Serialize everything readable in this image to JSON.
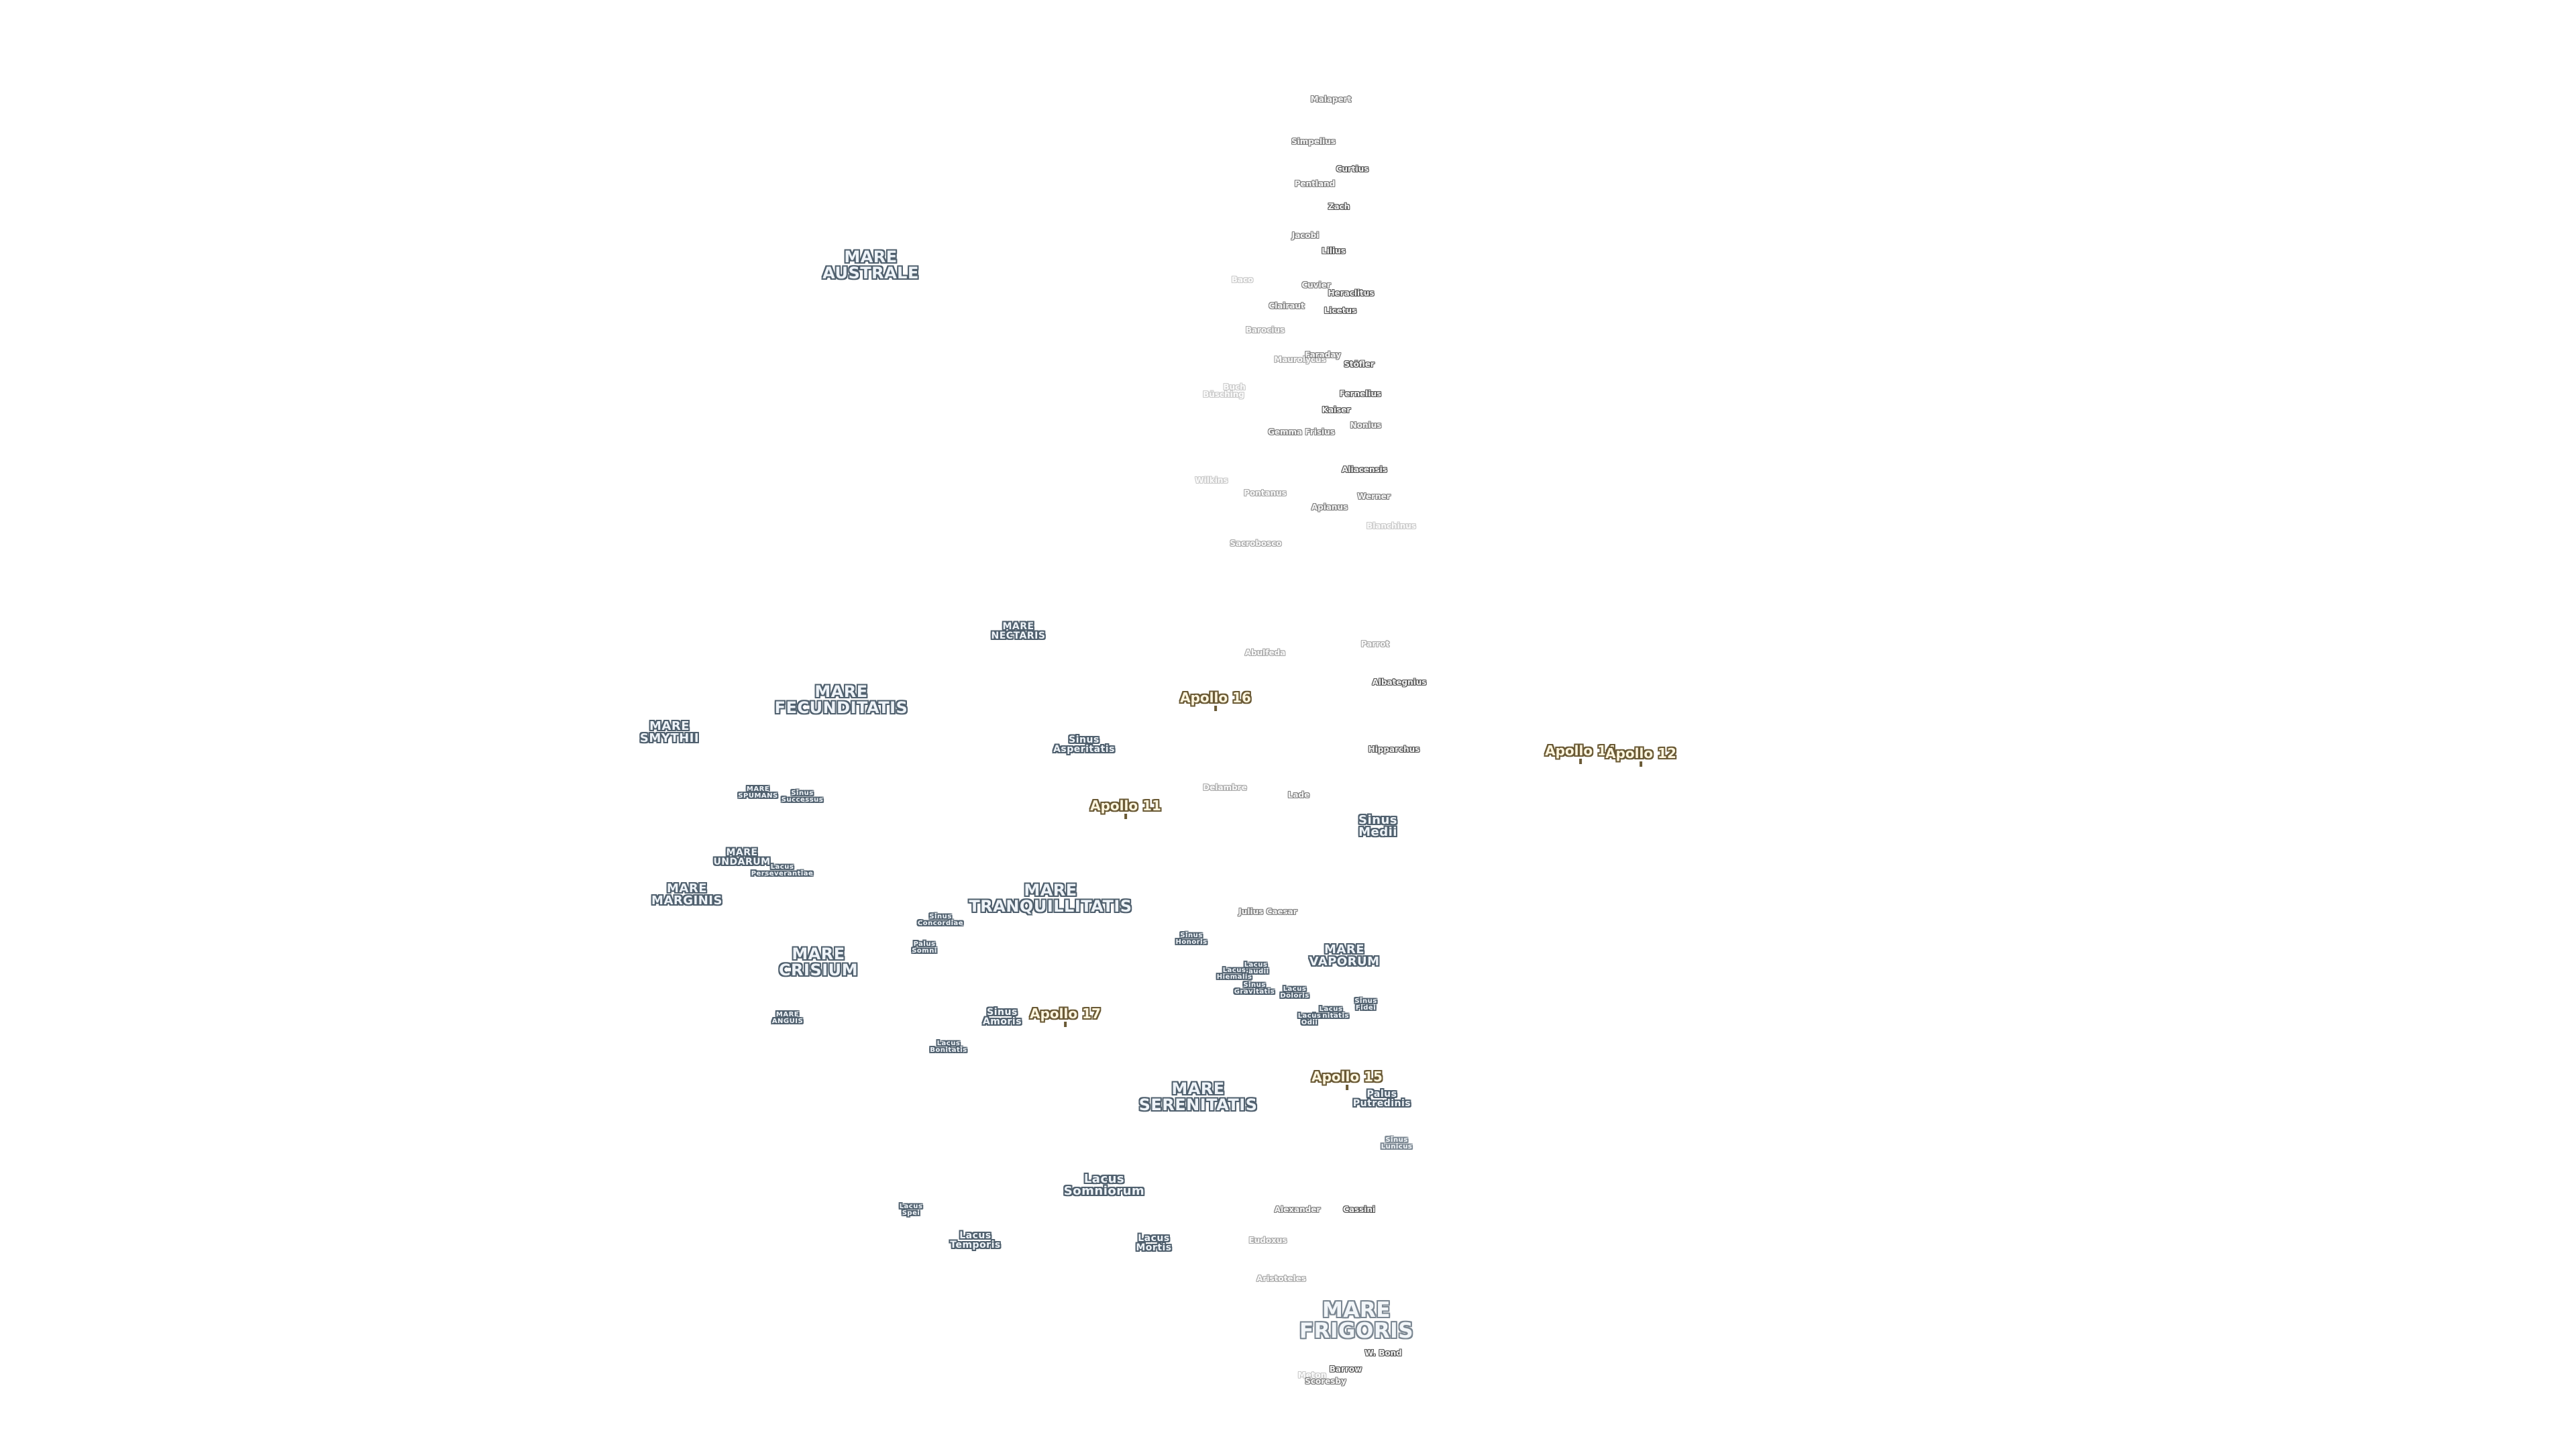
{
  "features": [
    {
      "id": "malapert",
      "text": "Malapert",
      "kind": "crater",
      "fade": 2
    },
    {
      "id": "simpelius",
      "text": "Simpelius",
      "kind": "crater",
      "fade": 2
    },
    {
      "id": "curtius",
      "text": "Curtius",
      "kind": "crater",
      "fade": 1
    },
    {
      "id": "pentland",
      "text": "Pentland",
      "kind": "crater",
      "fade": 2
    },
    {
      "id": "zach",
      "text": "Zach",
      "kind": "crater",
      "fade": 1
    },
    {
      "id": "jacobi",
      "text": "Jacobi",
      "kind": "crater",
      "fade": 2
    },
    {
      "id": "lilius",
      "text": "Lilius",
      "kind": "crater",
      "fade": 1
    },
    {
      "id": "baco",
      "text": "Baco",
      "kind": "crater",
      "fade": 4
    },
    {
      "id": "cuvier",
      "text": "Cuvier",
      "kind": "crater",
      "fade": 2
    },
    {
      "id": "heraclitus",
      "text": "Heraclitus",
      "kind": "crater",
      "fade": 1
    },
    {
      "id": "clairaut",
      "text": "Clairaut",
      "kind": "crater",
      "fade": 2
    },
    {
      "id": "licetus",
      "text": "Licetus",
      "kind": "crater",
      "fade": 1
    },
    {
      "id": "barocius",
      "text": "Barocius",
      "kind": "crater",
      "fade": 3
    },
    {
      "id": "faraday",
      "text": "Faraday",
      "kind": "crater",
      "fade": 2
    },
    {
      "id": "maurolycus",
      "text": "Maurolycus",
      "kind": "crater",
      "fade": 3
    },
    {
      "id": "stoefler",
      "text": "Stöfler",
      "kind": "crater",
      "fade": 1
    },
    {
      "id": "buch",
      "text": "Buch",
      "kind": "crater",
      "fade": 4
    },
    {
      "id": "busching",
      "text": "Büsching",
      "kind": "crater",
      "fade": 4
    },
    {
      "id": "fernelius",
      "text": "Fernelius",
      "kind": "crater",
      "fade": 1
    },
    {
      "id": "kaiser",
      "text": "Kaiser",
      "kind": "crater",
      "fade": 1
    },
    {
      "id": "nonius",
      "text": "Nonius",
      "kind": "crater",
      "fade": 2
    },
    {
      "id": "gemma",
      "text": "Gemma Frisius",
      "kind": "crater",
      "fade": 2
    },
    {
      "id": "aliacensis",
      "text": "Aliacensis",
      "kind": "crater",
      "fade": 1
    },
    {
      "id": "wilkins",
      "text": "Wilkins",
      "kind": "crater",
      "fade": 4
    },
    {
      "id": "pontanus",
      "text": "Pontanus",
      "kind": "crater",
      "fade": 3
    },
    {
      "id": "werner",
      "text": "Werner",
      "kind": "crater",
      "fade": 2
    },
    {
      "id": "apianus",
      "text": "Apianus",
      "kind": "crater",
      "fade": 2
    },
    {
      "id": "blanchinus",
      "text": "Blanchinus",
      "kind": "crater",
      "fade": 4
    },
    {
      "id": "sacrobosco",
      "text": "Sacrobosco",
      "kind": "crater",
      "fade": 3
    },
    {
      "id": "abulfeda",
      "text": "Abulfeda",
      "kind": "crater",
      "fade": 3
    },
    {
      "id": "parrot",
      "text": "Parrot",
      "kind": "crater",
      "fade": 3
    },
    {
      "id": "albategnius",
      "text": "Albategnius",
      "kind": "crater",
      "fade": 1
    },
    {
      "id": "hipparchus",
      "text": "Hipparchus",
      "kind": "crater",
      "fade": 1
    },
    {
      "id": "delambre",
      "text": "Delambre",
      "kind": "crater",
      "fade": 3
    },
    {
      "id": "lade",
      "text": "Lade",
      "kind": "crater",
      "fade": 2
    },
    {
      "id": "julius",
      "text": "Julius Caesar",
      "kind": "crater",
      "fade": 2
    },
    {
      "id": "alexander",
      "text": "Alexander",
      "kind": "crater",
      "fade": 2
    },
    {
      "id": "cassini",
      "text": "Cassini",
      "kind": "crater",
      "fade": 1
    },
    {
      "id": "eudoxus",
      "text": "Eudoxus",
      "kind": "crater",
      "fade": 3
    },
    {
      "id": "aristoteles",
      "text": "Aristoteles",
      "kind": "crater",
      "fade": 3
    },
    {
      "id": "wbond",
      "text": "W. Bond",
      "kind": "crater",
      "fade": 1
    },
    {
      "id": "barrow",
      "text": "Barrow",
      "kind": "crater",
      "fade": 1
    },
    {
      "id": "meton",
      "text": "Meton",
      "kind": "crater",
      "fade": 4
    },
    {
      "id": "scoresby",
      "text": "Scoresby",
      "kind": "crater",
      "fade": 2
    },
    {
      "id": "mare_australe",
      "text": "MARE\nAUSTRALE",
      "kind": "mare",
      "size": "L"
    },
    {
      "id": "mare_nectaris",
      "text": "MARE\nNECTARIS",
      "kind": "mare",
      "size": "S"
    },
    {
      "id": "mare_fecunditatis",
      "text": "MARE\nFECUNDITATIS",
      "kind": "mare",
      "size": "L"
    },
    {
      "id": "mare_smythii",
      "text": "MARE\nSMYTHII",
      "kind": "mare",
      "size": "M"
    },
    {
      "id": "mare_spumans",
      "text": "MARE\nSPUMANS",
      "kind": "mare",
      "size": "XS"
    },
    {
      "id": "sinus_successus",
      "text": "Sinus\nSuccessus",
      "kind": "mare",
      "size": "XS"
    },
    {
      "id": "mare_undarum",
      "text": "MARE\nUNDARUM",
      "kind": "mare",
      "size": "S"
    },
    {
      "id": "lacus_perseverantiae",
      "text": "Lacus\nPerseverantiae",
      "kind": "mare",
      "size": "XS"
    },
    {
      "id": "mare_marginis",
      "text": "MARE\nMARGINIS",
      "kind": "mare",
      "size": "M"
    },
    {
      "id": "sinus_asperitatis",
      "text": "Sinus\nAsperitatis",
      "kind": "mare",
      "size": "S"
    },
    {
      "id": "sinus_medii",
      "text": "Sinus\nMedii",
      "kind": "mare",
      "size": "M"
    },
    {
      "id": "mare_tranquillitatis",
      "text": "MARE\nTRANQUILLITATIS",
      "kind": "mare",
      "size": "L"
    },
    {
      "id": "sinus_concordiae",
      "text": "Sinus\nConcordiae",
      "kind": "mare",
      "size": "XS"
    },
    {
      "id": "palus_somni",
      "text": "Palus\nSomni",
      "kind": "mare",
      "size": "XS"
    },
    {
      "id": "mare_crisium",
      "text": "MARE\nCRISIUM",
      "kind": "mare",
      "size": "L"
    },
    {
      "id": "mare_anguis",
      "text": "MARE\nANGUIS",
      "kind": "mare",
      "size": "XS"
    },
    {
      "id": "sinus_amoris",
      "text": "Sinus\nAmoris",
      "kind": "mare",
      "size": "S"
    },
    {
      "id": "lacus_bonitatis",
      "text": "Lacus\nBonitatis",
      "kind": "mare",
      "size": "XS"
    },
    {
      "id": "sinus_honoris",
      "text": "Sinus\nHonoris",
      "kind": "mare",
      "size": "XS"
    },
    {
      "id": "lacus_gaudii",
      "text": "Lacus\nGaudii",
      "kind": "mare",
      "size": "XS"
    },
    {
      "id": "lacus_hiemalis",
      "text": "Lacus\nHiemalis",
      "kind": "mare",
      "size": "XS"
    },
    {
      "id": "sinus_gravitatis",
      "text": "Sinus\nGravitatis",
      "kind": "mare",
      "size": "XS"
    },
    {
      "id": "lacus_doloris",
      "text": "Lacus\nDoloris",
      "kind": "mare",
      "size": "XS"
    },
    {
      "id": "lacus_lenitatis",
      "text": "Lacus\nLenitatis",
      "kind": "mare",
      "size": "XS"
    },
    {
      "id": "lacus_odii",
      "text": "Lacus\nOdii",
      "kind": "mare",
      "size": "XS"
    },
    {
      "id": "sinus_fidei",
      "text": "Sinus\nFidei",
      "kind": "mare",
      "size": "XS"
    },
    {
      "id": "mare_vaporum",
      "text": "MARE\nVAPORUM",
      "kind": "mare",
      "size": "M"
    },
    {
      "id": "mare_serenitatis",
      "text": "MARE\nSERENITATIS",
      "kind": "mare",
      "size": "L"
    },
    {
      "id": "palus_putredinis",
      "text": "Palus\nPutredinis",
      "kind": "mare",
      "size": "S"
    },
    {
      "id": "sinus_lunicus",
      "text": "Sinus\nLunicus",
      "kind": "mare",
      "size": "XS",
      "fade": 2
    },
    {
      "id": "lacus_somniorum",
      "text": "Lacus\nSomniorum",
      "kind": "mare",
      "size": "M"
    },
    {
      "id": "lacus_spei",
      "text": "Lacus\nSpei",
      "kind": "mare",
      "size": "XS"
    },
    {
      "id": "lacus_temporis",
      "text": "Lacus\nTemporis",
      "kind": "mare",
      "size": "S"
    },
    {
      "id": "lacus_mortis",
      "text": "Lacus\nMortis",
      "kind": "mare",
      "size": "S"
    },
    {
      "id": "mare_frigoris",
      "text": "MARE\nFRIGORIS",
      "kind": "mare",
      "size": "XL",
      "fade": 2
    },
    {
      "id": "apollo16",
      "text": "Apollo 16",
      "kind": "apollo"
    },
    {
      "id": "apollo11",
      "text": "Apollo 11",
      "kind": "apollo"
    },
    {
      "id": "apollo14",
      "text": "Apollo 14",
      "kind": "apollo"
    },
    {
      "id": "apollo12",
      "text": "Apollo 12",
      "kind": "apollo"
    },
    {
      "id": "apollo17",
      "text": "Apollo 17",
      "kind": "apollo"
    },
    {
      "id": "apollo15",
      "text": "Apollo 15",
      "kind": "apollo"
    }
  ]
}
